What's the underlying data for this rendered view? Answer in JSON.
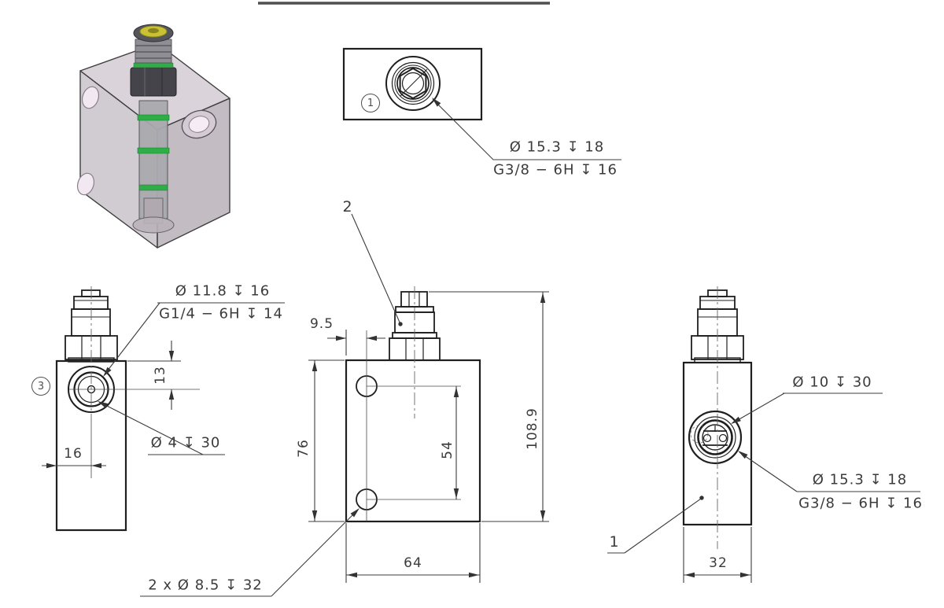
{
  "colors": {
    "line_dark": "#1f1f1f",
    "line_thin": "#3c3c3c",
    "text": "#3b3b3b",
    "block_gray": "#b5acb5",
    "oring_green": "#2fae47",
    "cap_yellow": "#c9c333",
    "port_pink": "#f2e8f2"
  },
  "views": {
    "top": {
      "balloon": "1",
      "callout": {
        "line1": "Ø 15.3 ↧ 18",
        "line2": "G3/8 − 6H ↧ 16"
      }
    },
    "front": {
      "item_label": "2",
      "dims": {
        "offset_x": "9.5",
        "body_height": "76",
        "hole_spacing": "54",
        "total_height": "108.9",
        "body_width": "64"
      },
      "callout_holes": "2 x Ø 8.5 ↧ 32"
    },
    "left": {
      "balloon": "3",
      "callout_port": {
        "line1": "Ø 11.8 ↧ 16",
        "line2": "G1/4 − 6H ↧ 14"
      },
      "callout_orifice": "Ø 4 ↧ 30",
      "dims": {
        "center_from_top": "13",
        "center_from_edge": "16"
      }
    },
    "right": {
      "item_label": "1",
      "callout_pilot": "Ø 10 ↧ 30",
      "callout_port": {
        "line1": "Ø 15.3 ↧ 18",
        "line2": "G3/8 − 6H ↧ 16"
      },
      "dims": {
        "body_depth": "32"
      }
    }
  }
}
